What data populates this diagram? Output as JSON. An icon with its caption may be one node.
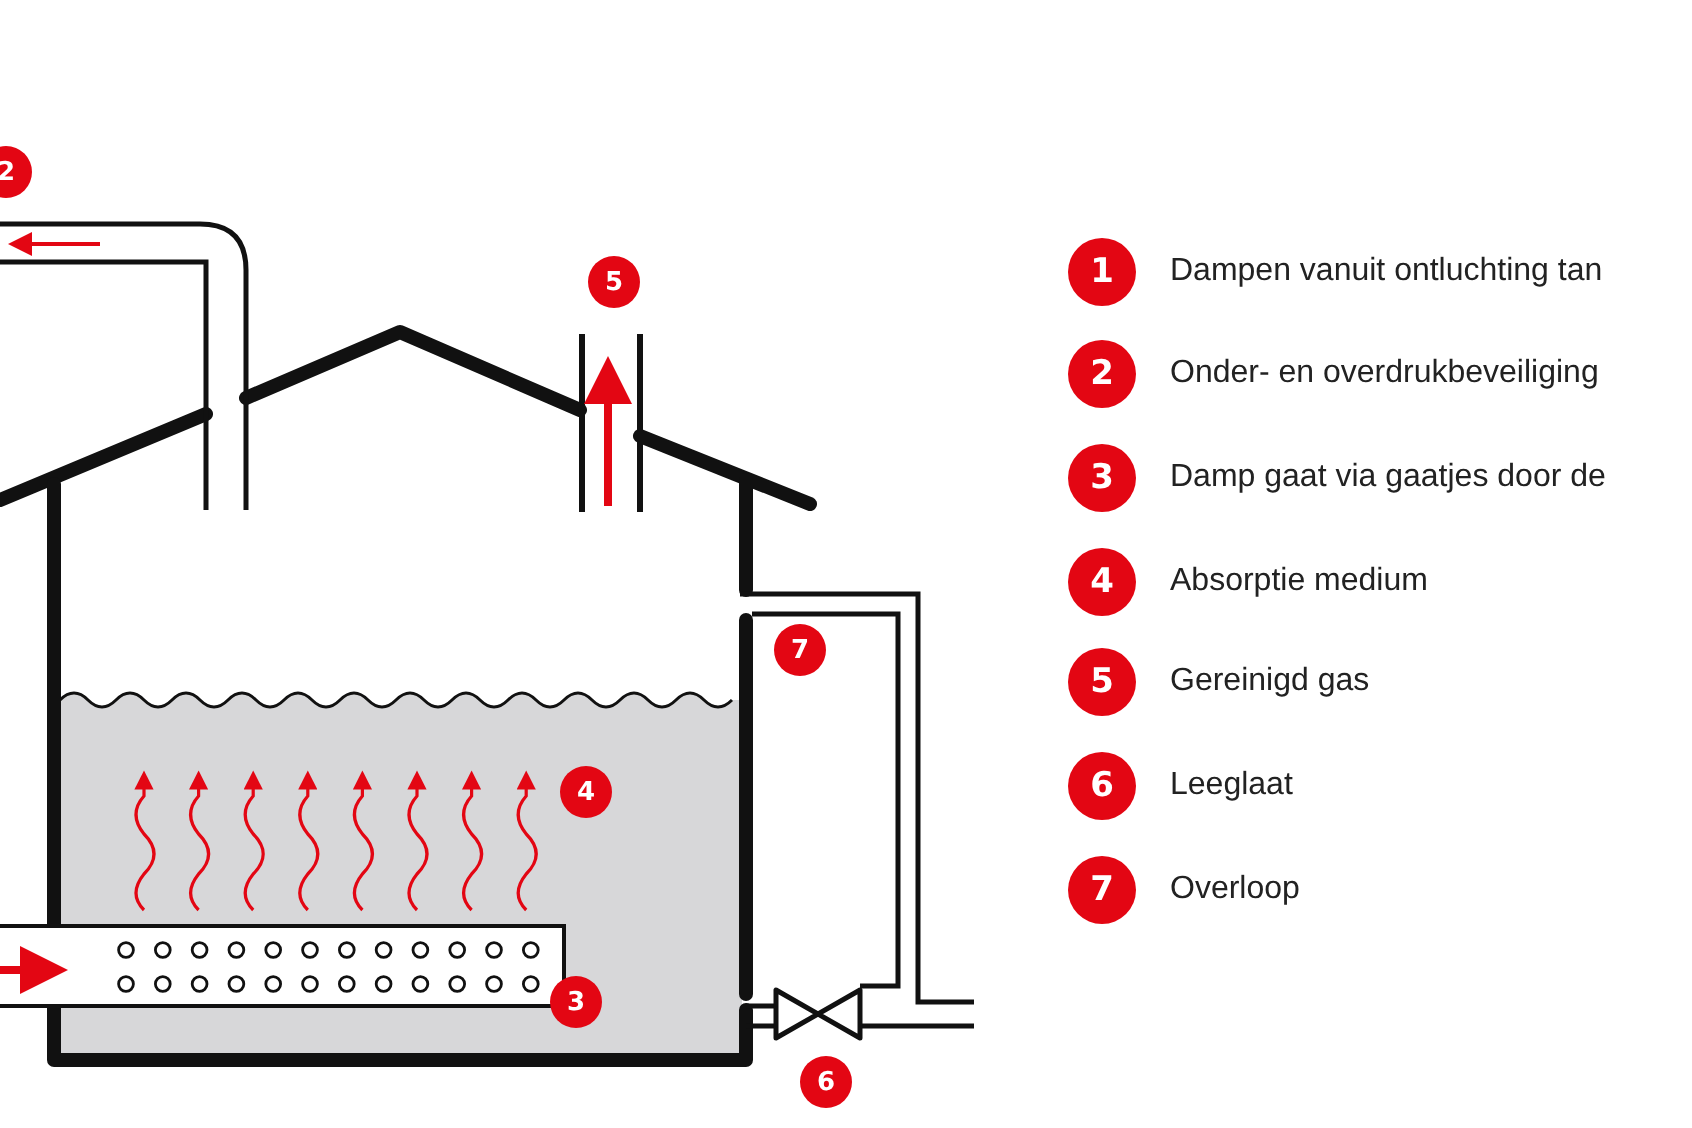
{
  "diagram": {
    "labels": [
      "2",
      "5",
      "7",
      "4",
      "3",
      "6",
      "1",
      "Dampen vanuit ontluchting tan",
      "2",
      "Onder- en overdrukbeveiliging",
      "3",
      "Damp gaat via gaatjes door de",
      "4",
      "Absorptie medium",
      "5",
      "Gereinigd gas",
      "6",
      "Leeglaat",
      "7",
      "Overloop"
    ]
  }
}
